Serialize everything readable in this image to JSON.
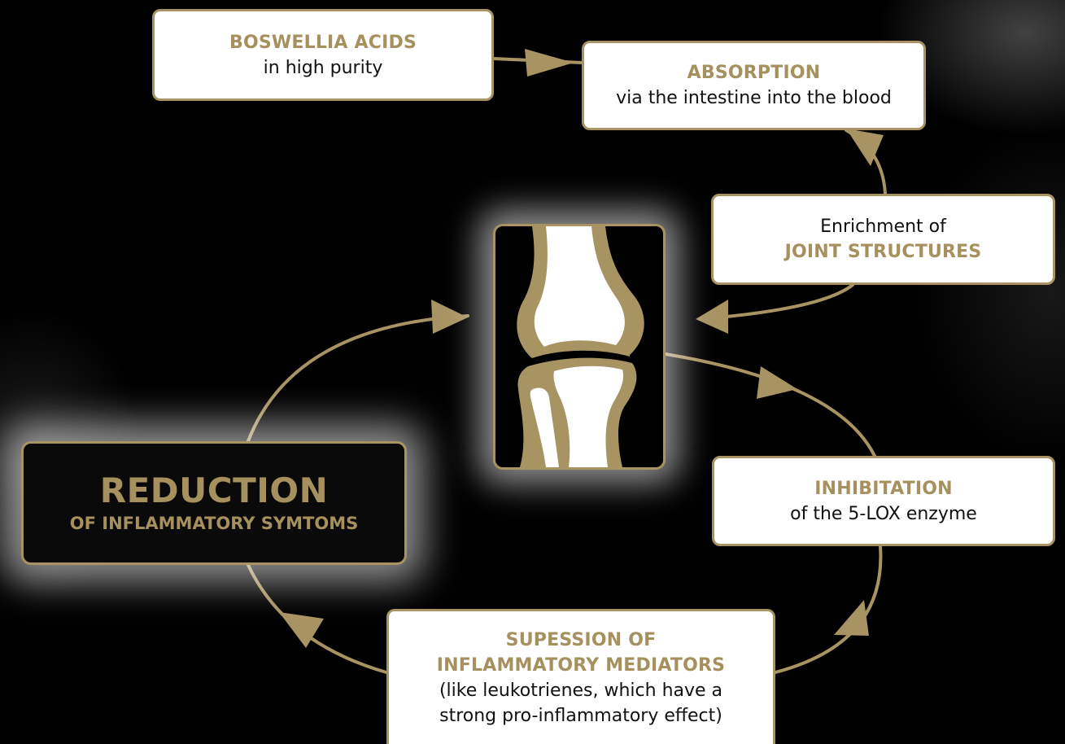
{
  "colors": {
    "gold": "#a89363",
    "background": "#000000",
    "box_fill": "#ffffff"
  },
  "steps": {
    "boswellia": {
      "head": "BOSWELLIA ACIDS",
      "sub": "in high purity"
    },
    "absorption": {
      "head": "ABSORPTION",
      "sub": "via the intestine into the blood"
    },
    "enrichment": {
      "line1": "Enrichment of",
      "head": "JOINT STRUCTURES"
    },
    "inhibition": {
      "head": "INHIBITATION",
      "sub": "of the 5-LOX enzyme"
    },
    "supression": {
      "head1": "SUPESSION OF",
      "head2": "INFLAMMATORY MEDIATORS",
      "sub1": "(like leukotrienes, which have a",
      "sub2": "strong pro-inflammatory effect)"
    },
    "reduction": {
      "big": "REDUCTION",
      "small": "OF INFLAMMATORY SYMTOMS"
    }
  },
  "center_icon": "knee-joint-icon"
}
